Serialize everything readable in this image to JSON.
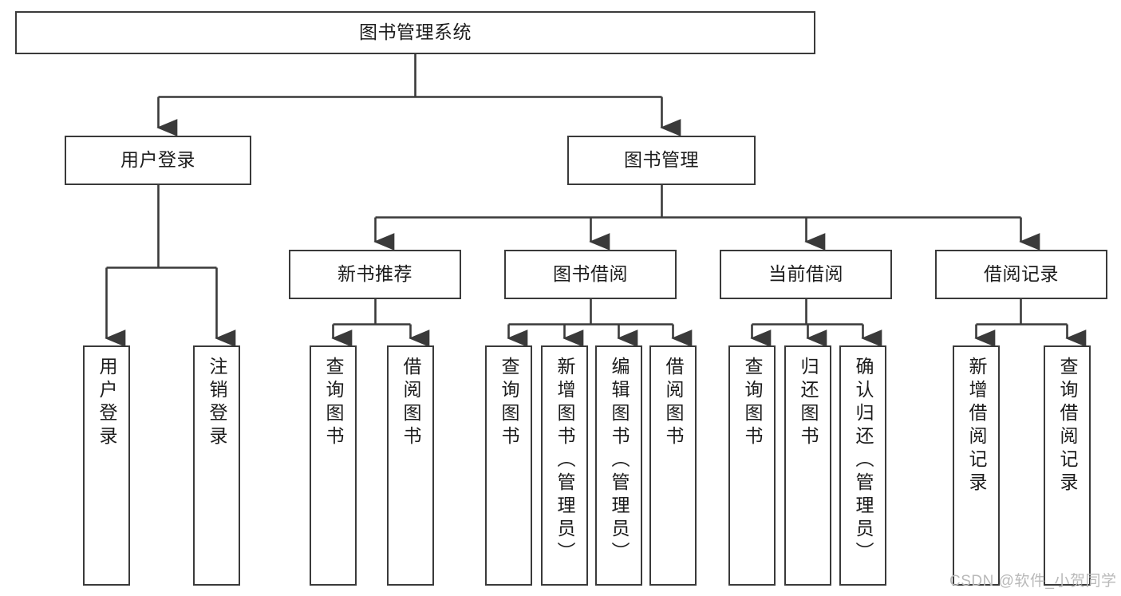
{
  "diagram": {
    "title_node": {
      "id": "root",
      "label": "图书管理系统"
    },
    "level2": [
      {
        "id": "user-login",
        "label": "用户登录"
      },
      {
        "id": "book-management",
        "label": "图书管理"
      }
    ],
    "level3": [
      {
        "id": "new-book-recommend",
        "label": "新书推荐"
      },
      {
        "id": "book-borrow",
        "label": "图书借阅"
      },
      {
        "id": "current-borrow",
        "label": "当前借阅"
      },
      {
        "id": "borrow-record",
        "label": "借阅记录"
      }
    ],
    "leaves": {
      "user_login": [
        {
          "id": "leaf-user-login",
          "label": "用户登录"
        },
        {
          "id": "leaf-logout",
          "label": "注销登录"
        }
      ],
      "new_book_recommend": [
        {
          "id": "leaf-query-book-1",
          "label": "查询图书"
        },
        {
          "id": "leaf-borrow-book-1",
          "label": "借阅图书"
        }
      ],
      "book_borrow": [
        {
          "id": "leaf-query-book-2",
          "label": "查询图书"
        },
        {
          "id": "leaf-add-book",
          "label": "新增图书（管理员）"
        },
        {
          "id": "leaf-edit-book",
          "label": "编辑图书（管理员）"
        },
        {
          "id": "leaf-borrow-book-2",
          "label": "借阅图书"
        }
      ],
      "current_borrow": [
        {
          "id": "leaf-query-book-3",
          "label": "查询图书"
        },
        {
          "id": "leaf-return-book",
          "label": "归还图书"
        },
        {
          "id": "leaf-confirm-return",
          "label": "确认归还（管理员）"
        }
      ],
      "borrow_record": [
        {
          "id": "leaf-add-record",
          "label": "新增借阅记录"
        },
        {
          "id": "leaf-query-record",
          "label": "查询借阅记录"
        }
      ]
    }
  },
  "watermark": {
    "text": "CSDN @软件_小贺同学"
  },
  "colors": {
    "background": "#ffffff",
    "box_border": "#3a3a3a",
    "box_fill": "#ffffff",
    "text": "#1c1c1c",
    "edge": "#3a3a3a",
    "watermark": "#b9b9b9"
  }
}
